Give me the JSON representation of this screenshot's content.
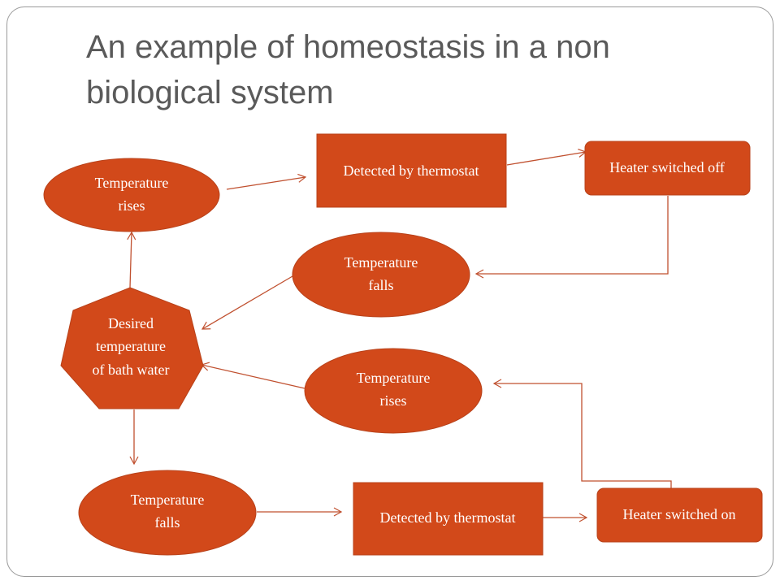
{
  "title": "An example of homeostasis in a non biological system",
  "colors": {
    "shape_fill": "#D2491A",
    "line": "#C0502F",
    "title": "#5A5A5A"
  },
  "nodes": {
    "temp_rises_top": [
      "Temperature",
      "rises"
    ],
    "detected_top": "Detected by thermostat",
    "heater_off": "Heater switched off",
    "temp_falls_mid": [
      "Temperature",
      "falls"
    ],
    "desired": [
      "Desired",
      "temperature",
      "of bath water"
    ],
    "temp_rises_mid": [
      "Temperature",
      "rises"
    ],
    "temp_falls_bottom": [
      "Temperature",
      "falls"
    ],
    "detected_bottom": "Detected by thermostat",
    "heater_on": "Heater switched on"
  }
}
